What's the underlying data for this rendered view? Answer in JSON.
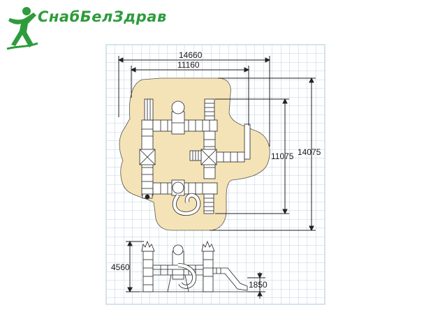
{
  "brand": {
    "name": "СнабБелЗдрав",
    "color": "#2e9b3c"
  },
  "plan": {
    "width_total": "14660",
    "width_inner": "11160",
    "depth_inner": "11075",
    "depth_total": "14075"
  },
  "elevation": {
    "height_total": "4560",
    "platform_height": "1850"
  },
  "colors": {
    "grid": "#a8c8d8",
    "zone": "#f5e3b8",
    "line": "#222222"
  }
}
